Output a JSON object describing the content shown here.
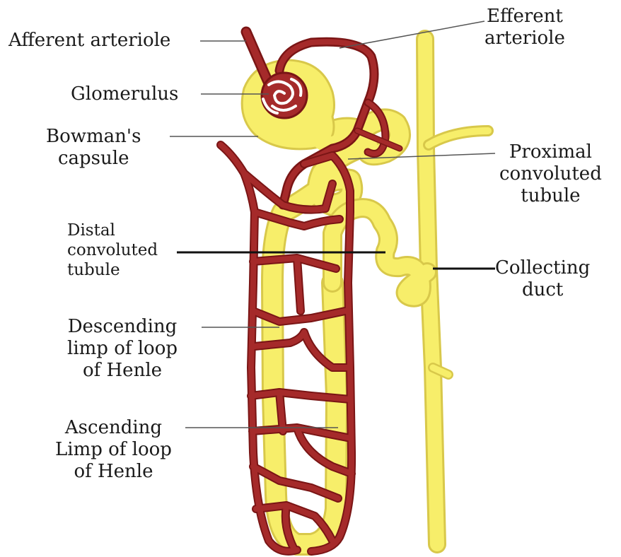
{
  "colors": {
    "vessel": "#a52a2a",
    "vessel_outline": "#7a1515",
    "tubule": "#f7ee6a",
    "tubule_outline": "#d8c84a",
    "pointer_thin": "#555555",
    "pointer_bold": "#111111"
  },
  "labels": {
    "afferent_arteriole": "Afferent arteriole",
    "efferent_arteriole": "Efferent\narteriole",
    "glomerulus": "Glomerulus",
    "bowmans_capsule": "Bowman's\ncapsule",
    "proximal_convoluted_tubule": "Proximal\nconvoluted\ntubule",
    "distal_convoluted_tubule": "Distal\nconvoluted\ntubule",
    "collecting_duct": "Collecting\nduct",
    "descending_limb": "Descending\nlimp of loop\nof Henle",
    "ascending_limb": "Ascending\nLimp of loop\nof Henle"
  }
}
